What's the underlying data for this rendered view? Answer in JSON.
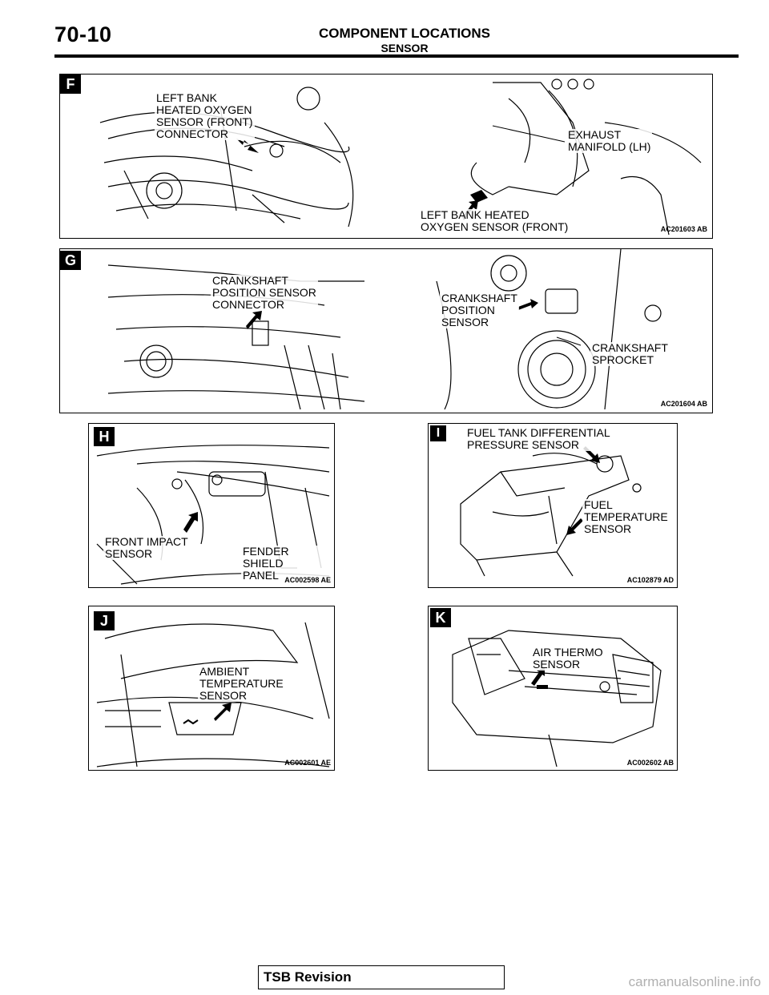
{
  "header": {
    "page_number": "70-10",
    "title": "COMPONENT LOCATIONS",
    "subtitle": "SENSOR"
  },
  "panels": [
    {
      "letter": "F",
      "code": "AC201603 AB",
      "labels": [
        "LEFT BANK\nHEATED OXYGEN\nSENSOR (FRONT)\nCONNECTOR",
        "EXHAUST\nMANIFOLD (LH)",
        "LEFT BANK HEATED\nOXYGEN SENSOR (FRONT)"
      ]
    },
    {
      "letter": "G",
      "code": "AC201604 AB",
      "labels": [
        "CRANKSHAFT\nPOSITION SENSOR\nCONNECTOR",
        "CRANKSHAFT\nPOSITION\nSENSOR",
        "CRANKSHAFT\nSPROCKET"
      ]
    },
    {
      "letter": "H",
      "code": "AC002598 AE",
      "labels": [
        "FRONT IMPACT\nSENSOR",
        "FENDER SHIELD\nPANEL"
      ]
    },
    {
      "letter": "I",
      "code": "AC102879 AD",
      "labels": [
        "FUEL TANK DIFFERENTIAL\nPRESSURE SENSOR",
        "FUEL\nTEMPERATURE\nSENSOR"
      ]
    },
    {
      "letter": "J",
      "code": "AC002601 AE",
      "labels": [
        "AMBIENT\nTEMPERATURE\nSENSOR"
      ]
    },
    {
      "letter": "K",
      "code": "AC002602 AB",
      "labels": [
        "AIR THERMO\nSENSOR"
      ]
    }
  ],
  "footer": {
    "tsb_label": "TSB Revision",
    "watermark": "carmanualsonline.info"
  }
}
